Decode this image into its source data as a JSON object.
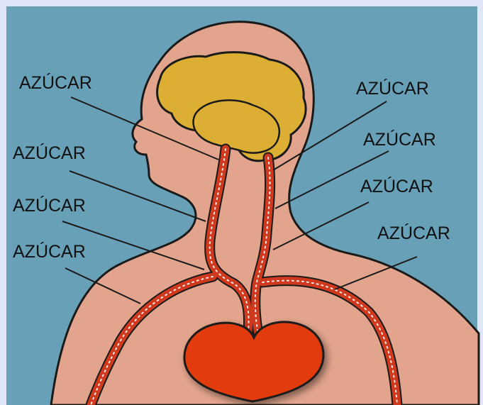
{
  "labels": [
    {
      "id": "left-1",
      "text": "AZÚCAR"
    },
    {
      "id": "left-2",
      "text": "AZÚCAR"
    },
    {
      "id": "left-3",
      "text": "AZÚCAR"
    },
    {
      "id": "left-4",
      "text": "AZÚCAR"
    },
    {
      "id": "right-1",
      "text": "AZÚCAR"
    },
    {
      "id": "right-2",
      "text": "AZÚCAR"
    },
    {
      "id": "right-3",
      "text": "AZÚCAR"
    },
    {
      "id": "right-4",
      "text": "AZÚCAR"
    }
  ],
  "colors": {
    "page_border": "#dfe6f7",
    "background": "#68a1b7",
    "skin": "#e2a48c",
    "brain": "#dcae34",
    "vessel": "#cf3a1f",
    "heart": "#e23a0c",
    "outline": "#1a1a1a"
  }
}
